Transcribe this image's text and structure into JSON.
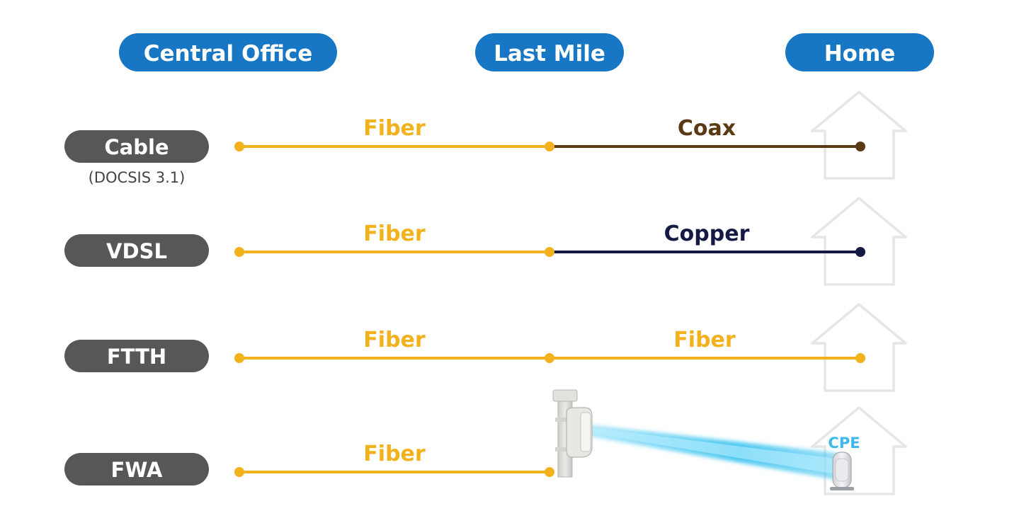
{
  "header": {
    "columns": [
      {
        "label": "Central Office"
      },
      {
        "label": "Last Mile"
      },
      {
        "label": "Home"
      }
    ]
  },
  "rows": [
    {
      "name": "Cable",
      "sub": "(DOCSIS 3.1)",
      "segment1": {
        "label": "Fiber",
        "color": "#f2b21e"
      },
      "segment2": {
        "label": "Coax",
        "color": "#5a3a12"
      }
    },
    {
      "name": "VDSL",
      "segment1": {
        "label": "Fiber",
        "color": "#f2b21e"
      },
      "segment2": {
        "label": "Copper",
        "color": "#151a45"
      }
    },
    {
      "name": "FTTH",
      "segment1": {
        "label": "Fiber",
        "color": "#f2b21e"
      },
      "segment2": {
        "label": "Fiber",
        "color": "#f2b21e"
      }
    },
    {
      "name": "FWA",
      "segment1": {
        "label": "Fiber",
        "color": "#f2b21e"
      },
      "wireless": {
        "device_label": "CPE",
        "beam_color": "#3cc3ef"
      }
    }
  ],
  "colors": {
    "header_pill": "#1777c4",
    "row_pill": "#575757",
    "house_outline": "#e6e6e6",
    "fiber": "#f2b21e",
    "coax": "#5a3a12",
    "copper": "#151a45",
    "cpe_label": "#3cb8ea"
  }
}
